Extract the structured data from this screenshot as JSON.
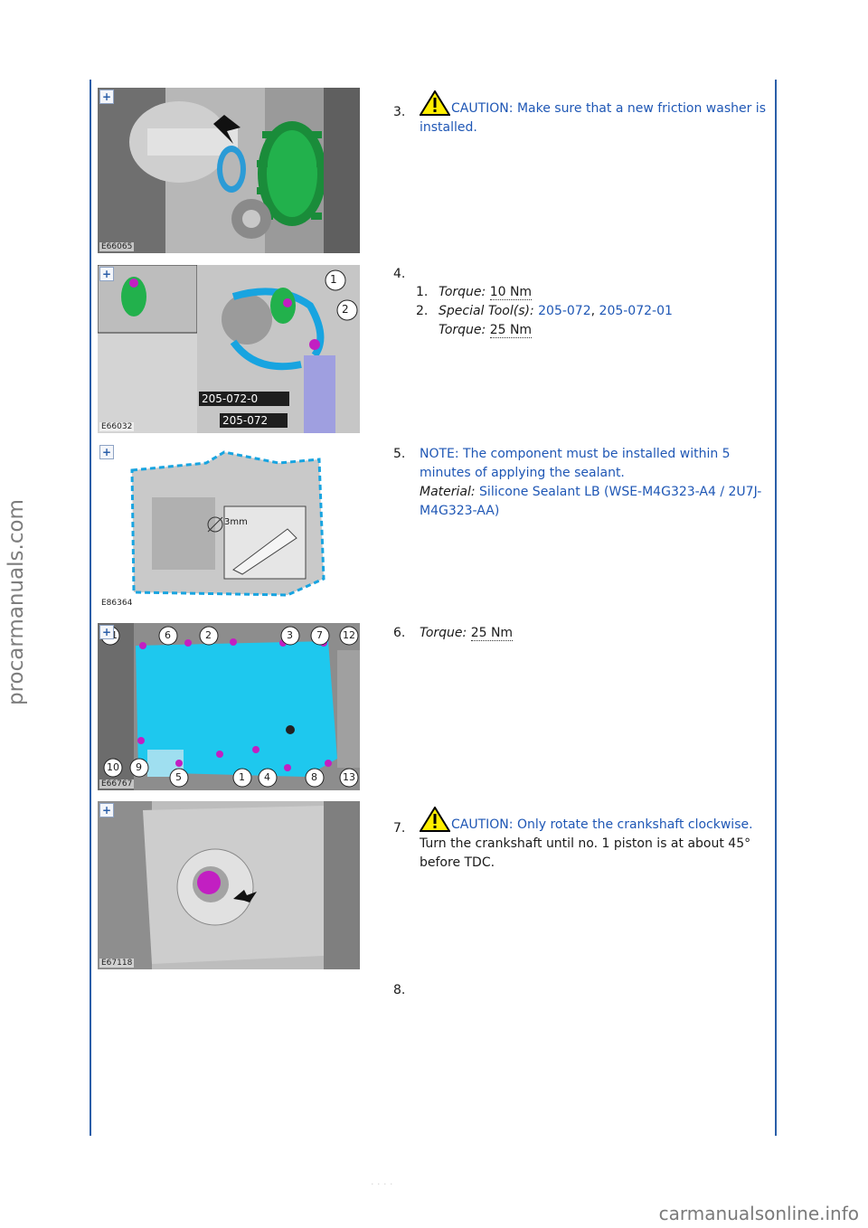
{
  "watermark": "procarmanuals.com",
  "footer_mark": "carmanualsonline.info",
  "page_number": "· ·  · ·",
  "steps": [
    {
      "num": "3.",
      "figure": "E66065",
      "caution": "CAUTION: Make sure that a new friction washer is installed."
    },
    {
      "num": "4.",
      "figure": "E66032",
      "figure_labels": [
        "1",
        "2",
        "205-072-0",
        "205-072"
      ],
      "items": [
        {
          "n": "1.",
          "label": "Torque:",
          "value": "10 Nm"
        },
        {
          "n": "2.",
          "label": "Special Tool(s):",
          "tool1": "205-072",
          "sep": ",",
          "tool2": "205-072-01",
          "label2": "Torque:",
          "value2": "25 Nm"
        }
      ]
    },
    {
      "num": "5.",
      "figure": "E86364",
      "figure_labels": [
        "3mm"
      ],
      "note": "NOTE: The component must be installed within 5 minutes of applying the sealant.",
      "material_label": "Material:",
      "material_value": "Silicone Sealant LB (WSE-M4G323-A4 / 2U7J-M4G323-AA)"
    },
    {
      "num": "6.",
      "figure": "E66767",
      "figure_labels": [
        "11",
        "6",
        "2",
        "3",
        "7",
        "12",
        "10",
        "9",
        "5",
        "1",
        "4",
        "8",
        "13"
      ],
      "torque_label": "Torque:",
      "torque_value": "25 Nm"
    },
    {
      "num": "7.",
      "figure": "E67118",
      "caution": "CAUTION: Only rotate the crankshaft clockwise.",
      "text": "Turn the crankshaft until no. 1 piston is at about 45° before TDC."
    },
    {
      "num": "8."
    }
  ],
  "colors": {
    "rule": "#2a5ea8",
    "link": "#1f57b5",
    "highlight_green": "#22b14c",
    "highlight_blue": "#2b9bd6",
    "highlight_magenta": "#c21fc2",
    "highlight_cyan": "#18c4ea",
    "highlight_lavender": "#9f9fe0"
  },
  "icons": [
    "zoom-icon",
    "warning-icon"
  ]
}
